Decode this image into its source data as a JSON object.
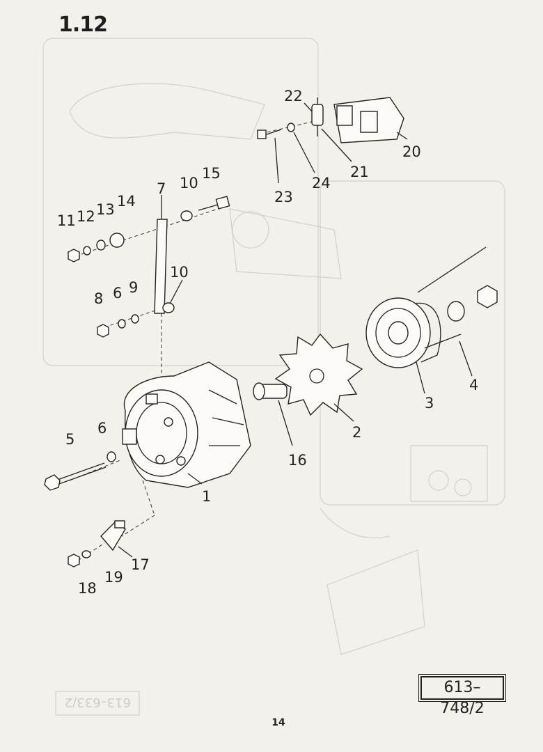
{
  "header": {
    "section": "1.12"
  },
  "footer": {
    "page_number": "14",
    "drawing_ref": "613–748/2"
  },
  "callouts": [
    {
      "id": "c1",
      "text": "1"
    },
    {
      "id": "c2",
      "text": "2"
    },
    {
      "id": "c3",
      "text": "3"
    },
    {
      "id": "c4",
      "text": "4"
    },
    {
      "id": "c5",
      "text": "5"
    },
    {
      "id": "c6a",
      "text": "6"
    },
    {
      "id": "c6b",
      "text": "6"
    },
    {
      "id": "c7",
      "text": "7"
    },
    {
      "id": "c8",
      "text": "8"
    },
    {
      "id": "c9",
      "text": "9"
    },
    {
      "id": "c10a",
      "text": "10"
    },
    {
      "id": "c10b",
      "text": "10"
    },
    {
      "id": "c11",
      "text": "11"
    },
    {
      "id": "c12",
      "text": "12"
    },
    {
      "id": "c13",
      "text": "13"
    },
    {
      "id": "c14",
      "text": "14"
    },
    {
      "id": "c15",
      "text": "15"
    },
    {
      "id": "c16",
      "text": "16"
    },
    {
      "id": "c17",
      "text": "17"
    },
    {
      "id": "c18",
      "text": "18"
    },
    {
      "id": "c19",
      "text": "19"
    },
    {
      "id": "c20",
      "text": "20"
    },
    {
      "id": "c21",
      "text": "21"
    },
    {
      "id": "c22",
      "text": "22"
    },
    {
      "id": "c23",
      "text": "23"
    },
    {
      "id": "c24",
      "text": "24"
    }
  ],
  "background_ghost": {
    "ref": "613–633/2"
  }
}
